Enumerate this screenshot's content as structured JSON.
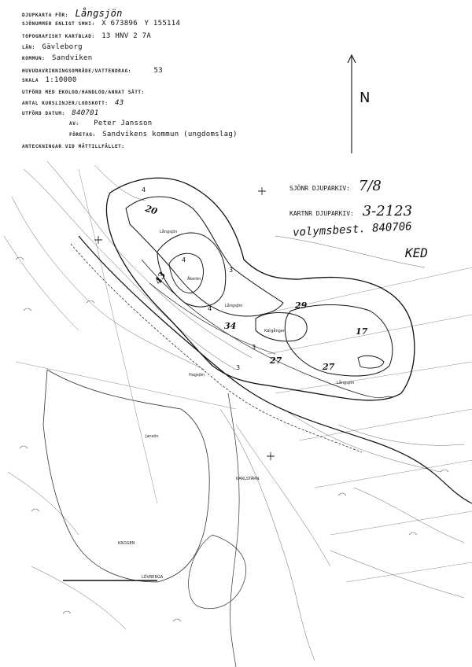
{
  "header": {
    "title_label": "DJUPKARTA FÖR:",
    "title_value": "Långsjön",
    "coord_label": "SJÖNUMMER ENLIGT SMHI:",
    "coord_x": "X 673896",
    "coord_y": "Y 155114",
    "topo_label": "TOPOGRAFISKT KARTBLAD:",
    "topo_value": "13 HNV 2 7A",
    "lan_label": "LÄN:",
    "lan_value": "Gävleborg",
    "kommun_label": "KOMMUN:",
    "kommun_value": "Sandviken",
    "area_label": "HUVUDAVRINNINGSOMRÅDE/VATTENDRAG:",
    "area_value": "53",
    "scale_label": "SKALA",
    "scale_value": "1:10000",
    "method_label": "UTFÖRD MED EKOLOD/HANDLOD/ANNAT SÄTT:",
    "count_label": "ANTAL KURSLINJER/LODSKOTT:",
    "count_value": "43",
    "date_label": "UTFÖRD   DATUM:",
    "date_value": "840701",
    "by_label": "AV:",
    "by_value": "Peter Jansson",
    "company_label": "FÖRETAG:",
    "company_value": "Sandvikens kommun (ungdomslag)",
    "note_label": "ANTECKNINGAR VID MÄTTILLFÄLLET:"
  },
  "stamps": {
    "archive1_label": "SJÖNR DJUPARKIV:",
    "archive1_value": "7/8",
    "archive2_label": "KARTNR DJUPARKIV:",
    "archive2_value": "3-2123",
    "note_hand": "volymsbest. 840706",
    "initials": "KED"
  },
  "north_label": "N",
  "map": {
    "depths": [
      "20",
      "43",
      "34",
      "29",
      "17",
      "27",
      "27"
    ],
    "contours": [
      "4",
      "3",
      "4",
      "3",
      "3",
      "4"
    ],
    "labels": [
      "Långsjön",
      "Åkerön",
      "Långsjön",
      "Långsjön",
      "Kärgången",
      "Hagsjön",
      "Jansön",
      "KARLSTÄRN",
      "KROGEN",
      "LÖVBERGA"
    ]
  }
}
